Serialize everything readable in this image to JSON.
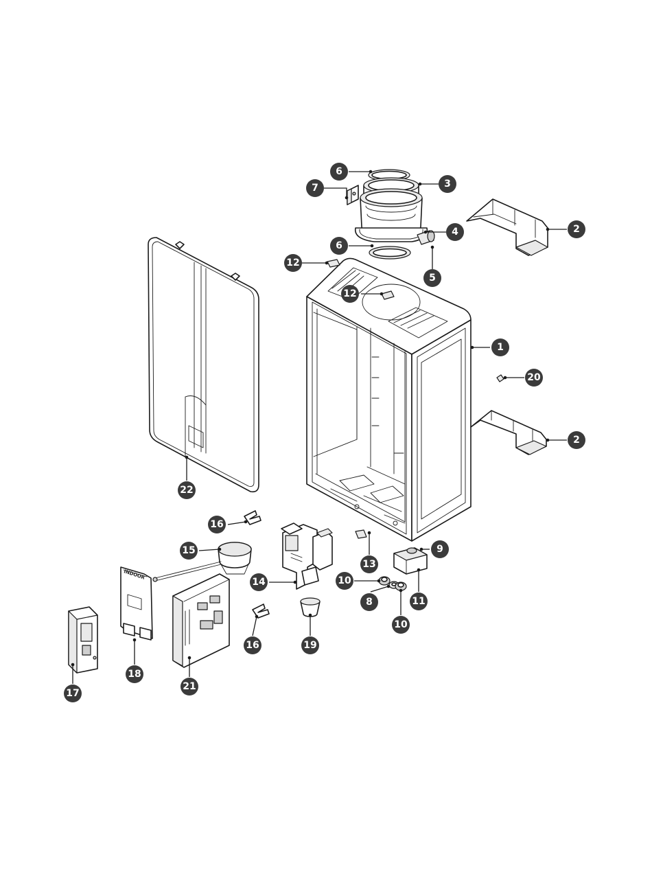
{
  "diagram": {
    "callouts": [
      "1",
      "2",
      "2",
      "3",
      "4",
      "5",
      "6",
      "6",
      "7",
      "8",
      "9",
      "10",
      "10",
      "11",
      "12",
      "12",
      "13",
      "14",
      "15",
      "16",
      "16",
      "17",
      "18",
      "19",
      "20",
      "21",
      "22"
    ],
    "part_labels": {
      "control_plate_text": "INDOOR"
    }
  }
}
